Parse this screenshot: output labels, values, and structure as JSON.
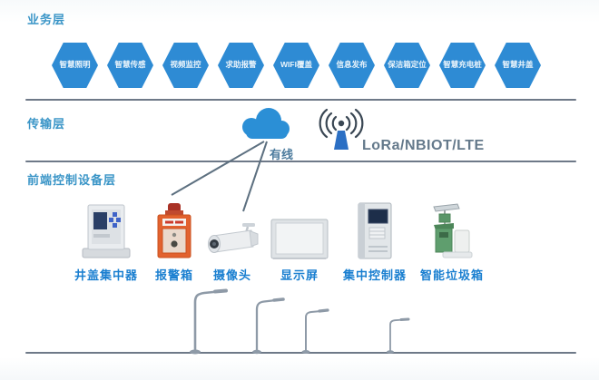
{
  "layers": {
    "business": "业务层",
    "transport": "传输层",
    "frontend": "前端控制设备层"
  },
  "hexagons": [
    "智慧照明",
    "智慧传感",
    "视频监控",
    "求助报警",
    "WIFI覆盖",
    "信息发布",
    "保洁箱定位",
    "智慧充电桩",
    "智慧井盖"
  ],
  "transmission": {
    "wired": "有线",
    "wireless": "LoRa/NBIOT/LTE"
  },
  "devices": [
    "井盖集中器",
    "报警箱",
    "摄像头",
    "显示屏",
    "集中控制器",
    "智能垃圾箱"
  ],
  "icons": {
    "cloud": "cloud-icon",
    "antenna": "wireless-antenna-icon",
    "street_light": "street-light-icon"
  },
  "colors": {
    "hexagon_blue": "#2e8bd4",
    "layer_label_blue": "#3a95c7",
    "device_label_blue": "#1a7fd0",
    "separator_gray": "#6e7988",
    "cloud_blue": "#2b8fd6",
    "wireless_text_gray": "#64798b",
    "alarm_box_orange": "#e2622f"
  }
}
